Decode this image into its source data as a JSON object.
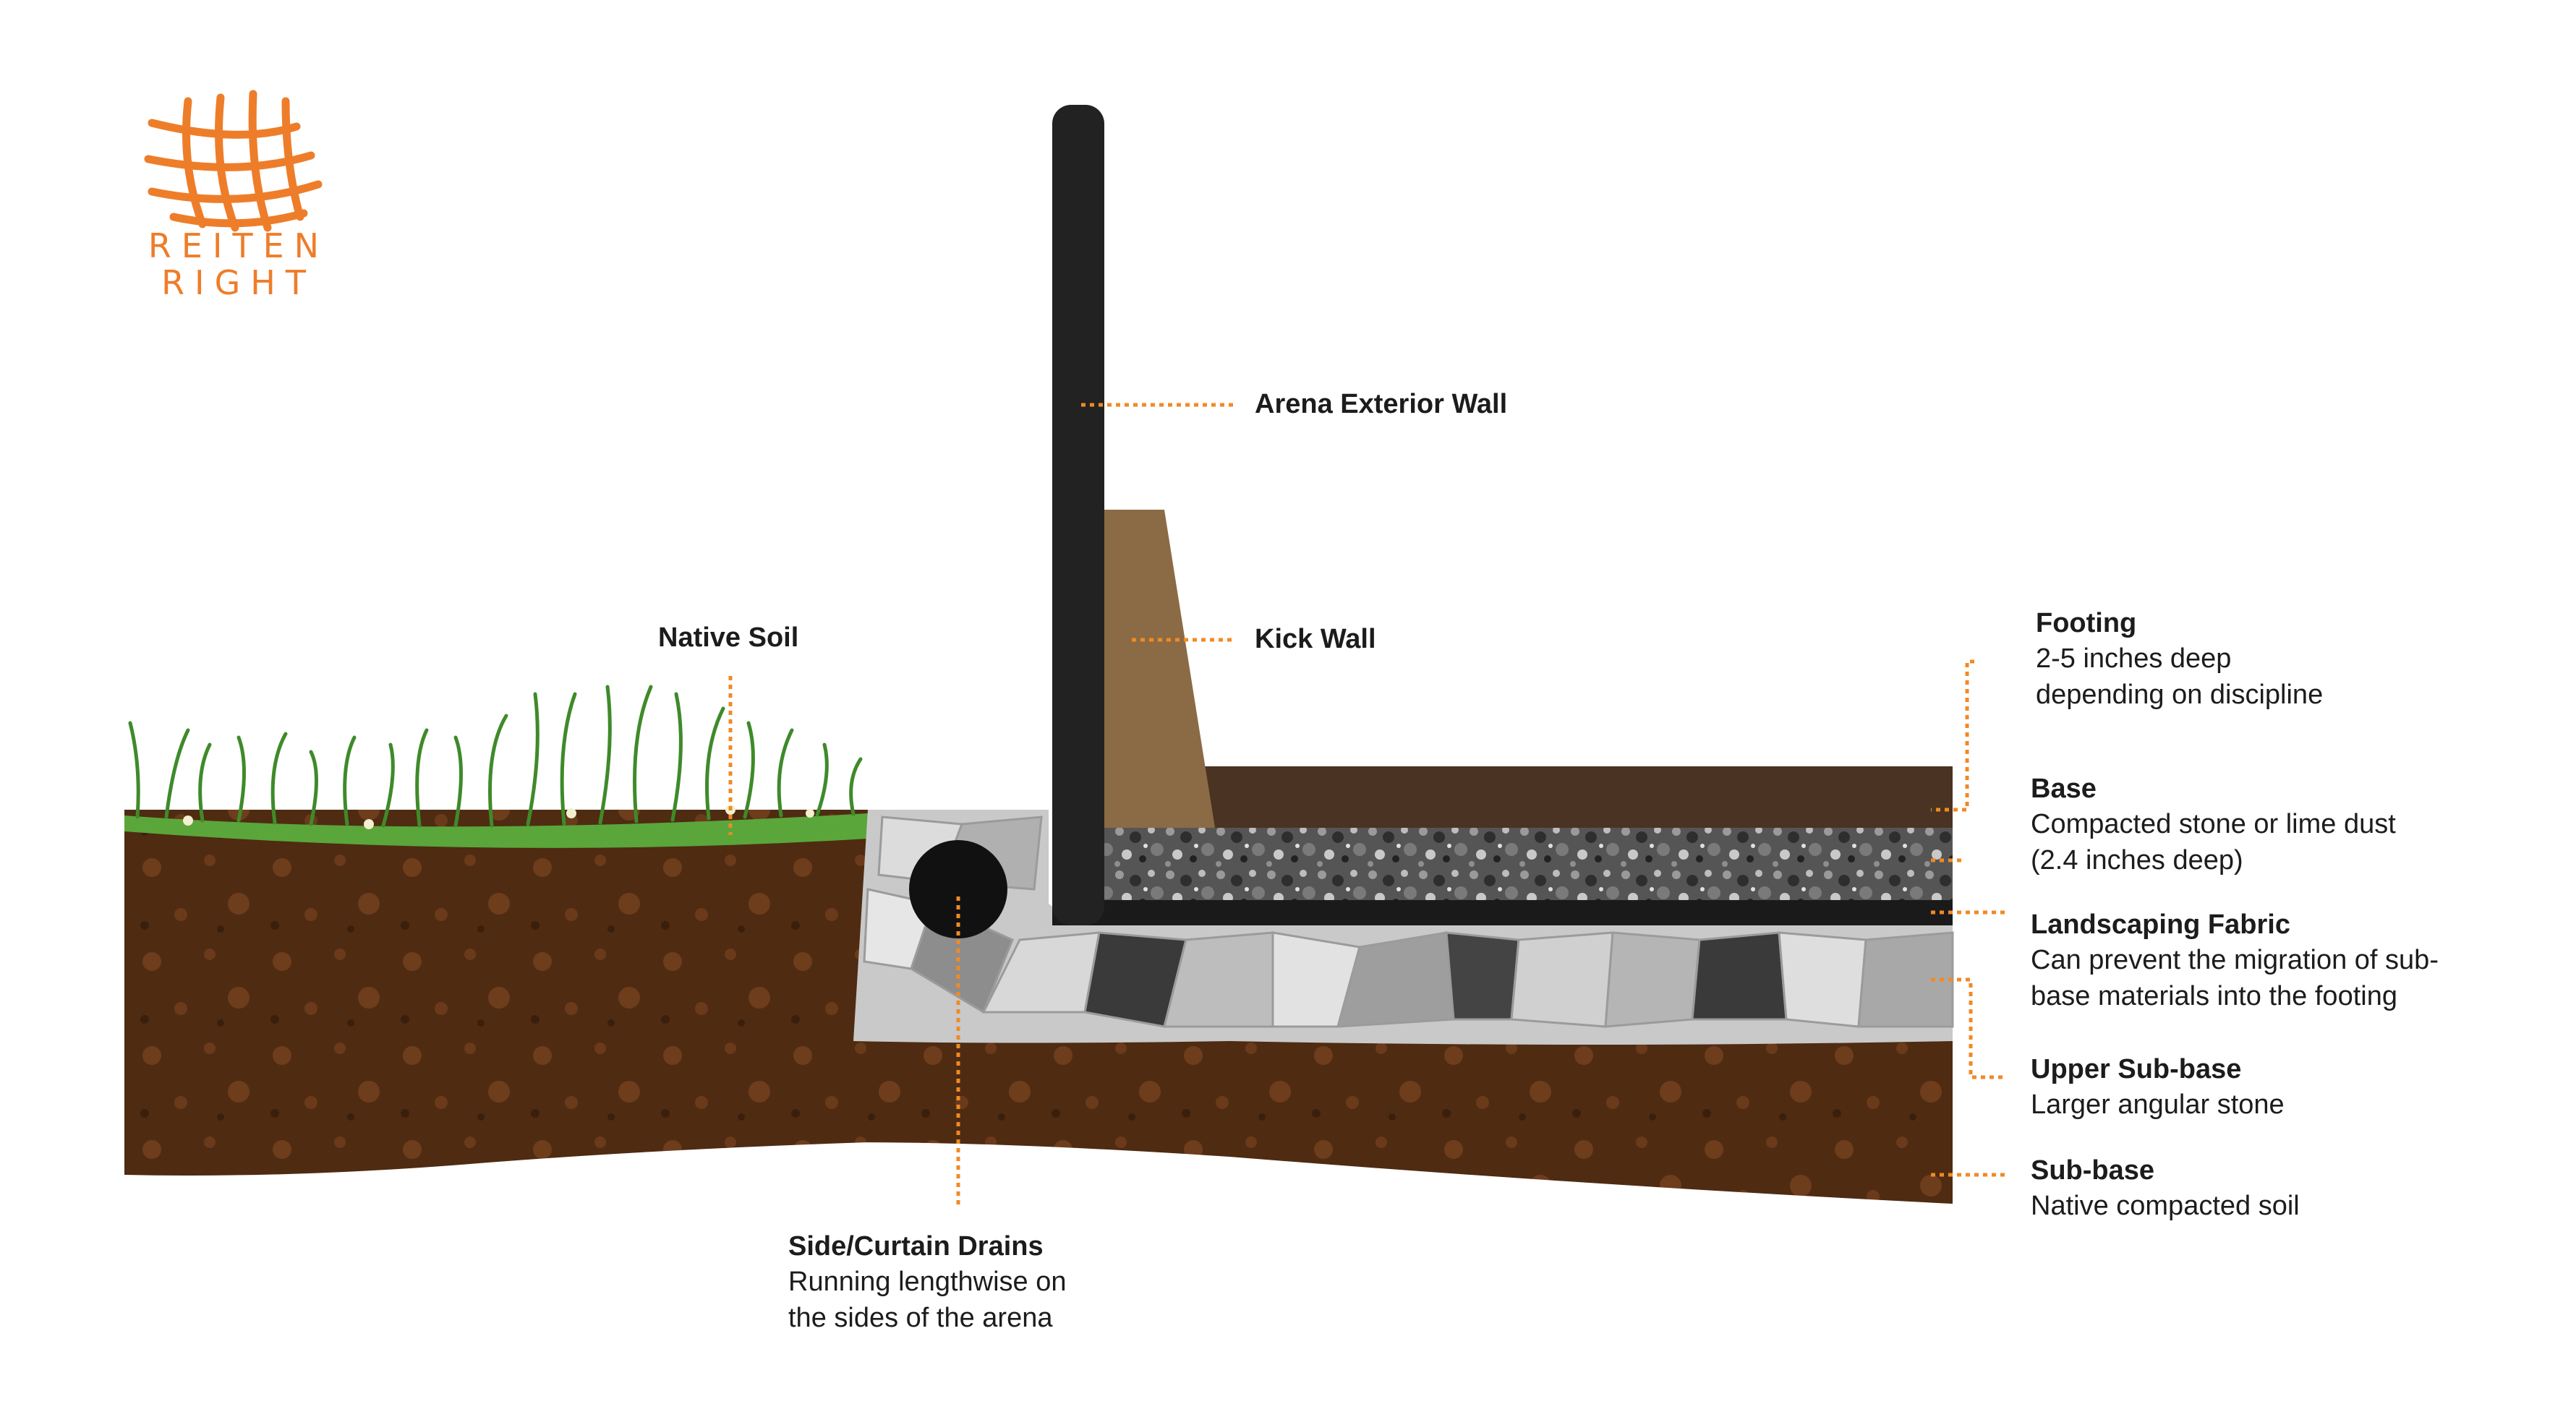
{
  "logo": {
    "line1": "REITEN",
    "line2": "RIGHT",
    "color": "#ee7d2a"
  },
  "colors": {
    "leader": "#f08a24",
    "soil": "#4f2b12",
    "soil_pebble": "#6e3d1c",
    "grass": "#5aa63a",
    "footing": "#4a3322",
    "base": "#5a5a5a",
    "wall": "#222222",
    "kick_wall": "#8b6b45",
    "stone_light": "#c8c8c8",
    "stone_dark": "#3a3a3a"
  },
  "labels": {
    "exterior_wall": {
      "title": "Arena Exterior Wall"
    },
    "kick_wall": {
      "title": "Kick Wall"
    },
    "native_soil": {
      "title": "Native Soil"
    },
    "footing": {
      "title": "Footing",
      "desc1": "2-5 inches deep",
      "desc2": "depending on discipline"
    },
    "base": {
      "title": "Base",
      "desc1": "Compacted stone or lime dust",
      "desc2": "(2.4 inches deep)"
    },
    "fabric": {
      "title": "Landscaping Fabric",
      "desc1": "Can prevent the migration of sub-",
      "desc2": "base materials into the footing"
    },
    "upper_subbase": {
      "title": "Upper Sub-base",
      "desc1": "Larger angular stone"
    },
    "subbase": {
      "title": "Sub-base",
      "desc1": "Native compacted soil"
    },
    "drains": {
      "title": "Side/Curtain Drains",
      "desc1": "Running lengthwise on",
      "desc2": "the sides of the arena"
    }
  }
}
